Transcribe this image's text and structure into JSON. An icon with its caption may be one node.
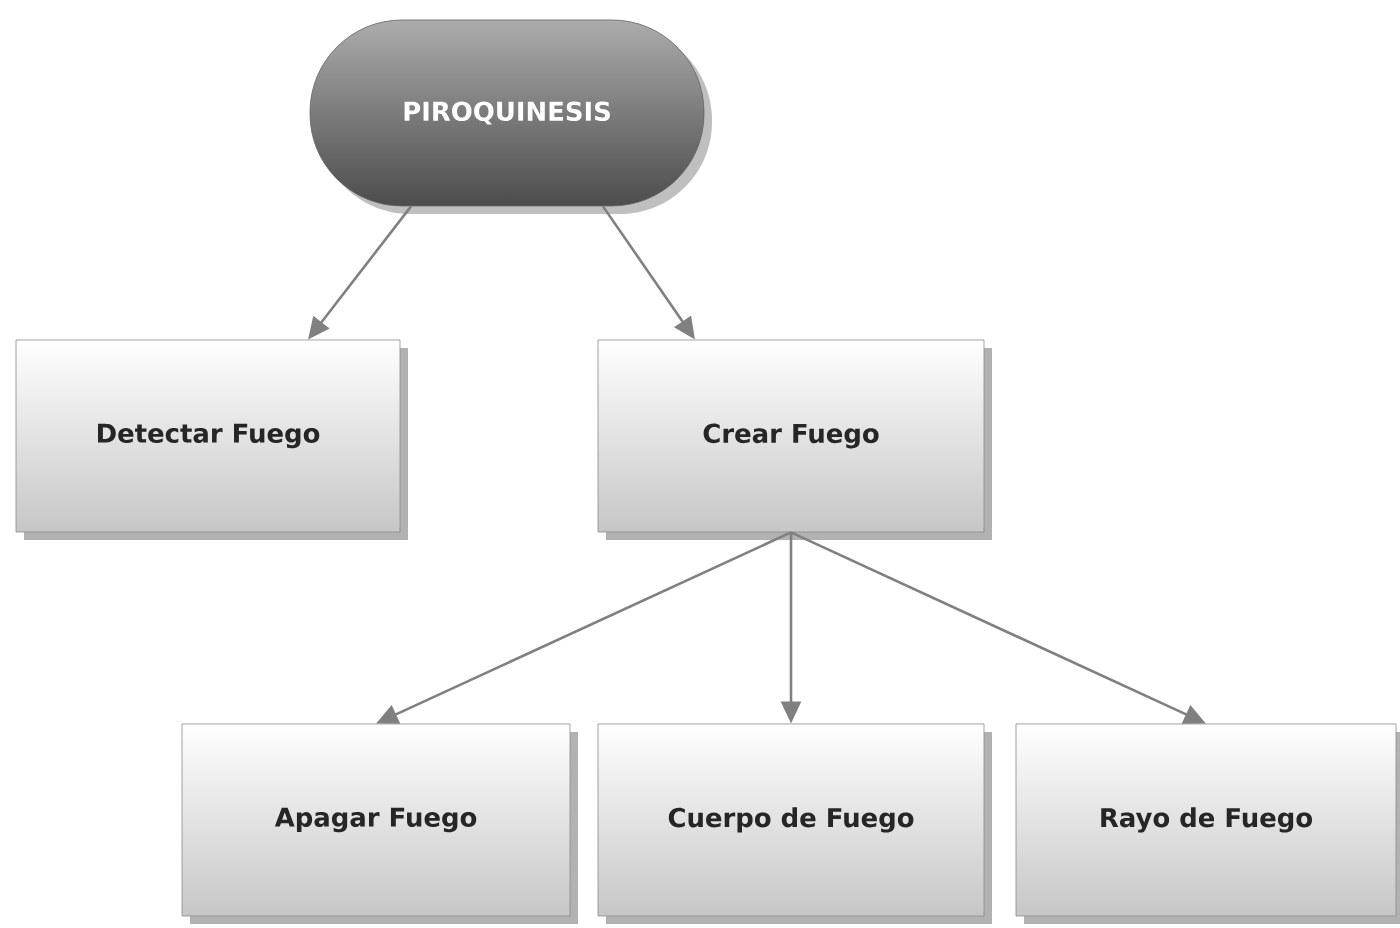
{
  "diagram": {
    "nodes": [
      {
        "text": [
          "PIROQUINESIS"
        ]
      },
      {
        "text": [
          "Detectar Fuego"
        ]
      },
      {
        "text": [
          "Crear Fuego"
        ]
      },
      {
        "text": [
          "Apagar Fuego"
        ]
      },
      {
        "text": [
          "Cuerpo de Fuego"
        ]
      },
      {
        "text": [
          "Rayo de Fuego"
        ]
      }
    ],
    "edges": [
      {
        "from": 0,
        "to": 1,
        "arrow": "to"
      },
      {
        "from": 0,
        "to": 2,
        "arrow": "to"
      },
      {
        "from": 2,
        "to": 3,
        "arrow": "to"
      },
      {
        "from": 2,
        "to": 4,
        "arrow": "to"
      },
      {
        "from": 2,
        "to": 5,
        "arrow": "to"
      }
    ]
  }
}
